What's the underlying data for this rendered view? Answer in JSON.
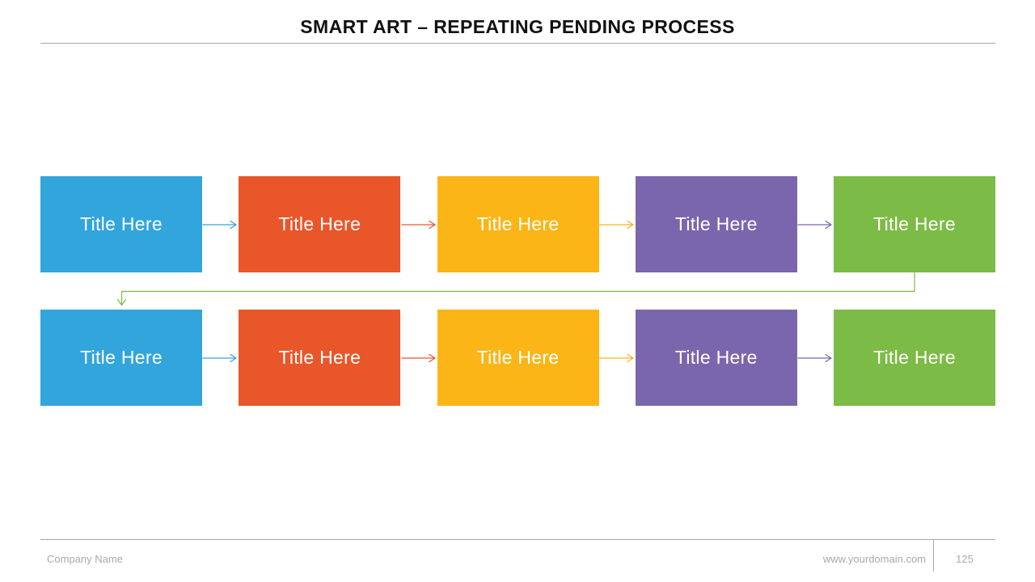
{
  "title": "SMART ART – REPEATING PENDING PROCESS",
  "palette": {
    "blue": "#31A5DC",
    "orange": "#E9562A",
    "amber": "#FBB517",
    "purple": "#7A66AD",
    "green": "#7CBB45",
    "rule_gray": "#A6A6A6",
    "footer_text": "#A9A9A9",
    "title_text": "#111111"
  },
  "diagram": {
    "rows": [
      {
        "boxes": [
          {
            "label": "Title Here",
            "color": "blue"
          },
          {
            "label": "Title Here",
            "color": "orange"
          },
          {
            "label": "Title Here",
            "color": "amber"
          },
          {
            "label": "Title Here",
            "color": "purple"
          },
          {
            "label": "Title Here",
            "color": "green"
          }
        ],
        "arrow_colors": [
          "blue",
          "orange",
          "amber",
          "purple"
        ]
      },
      {
        "boxes": [
          {
            "label": "Title Here",
            "color": "blue"
          },
          {
            "label": "Title Here",
            "color": "orange"
          },
          {
            "label": "Title Here",
            "color": "amber"
          },
          {
            "label": "Title Here",
            "color": "purple"
          },
          {
            "label": "Title Here",
            "color": "green"
          }
        ],
        "arrow_colors": [
          "blue",
          "orange",
          "amber",
          "purple"
        ]
      }
    ],
    "connector": {
      "from": "row1-last-box",
      "to": "row2-first-box",
      "color": "green",
      "style": "elbow-down-arrow"
    }
  },
  "footer": {
    "company": "Company Name",
    "domain": "www.yourdomain.com",
    "page": "125"
  }
}
